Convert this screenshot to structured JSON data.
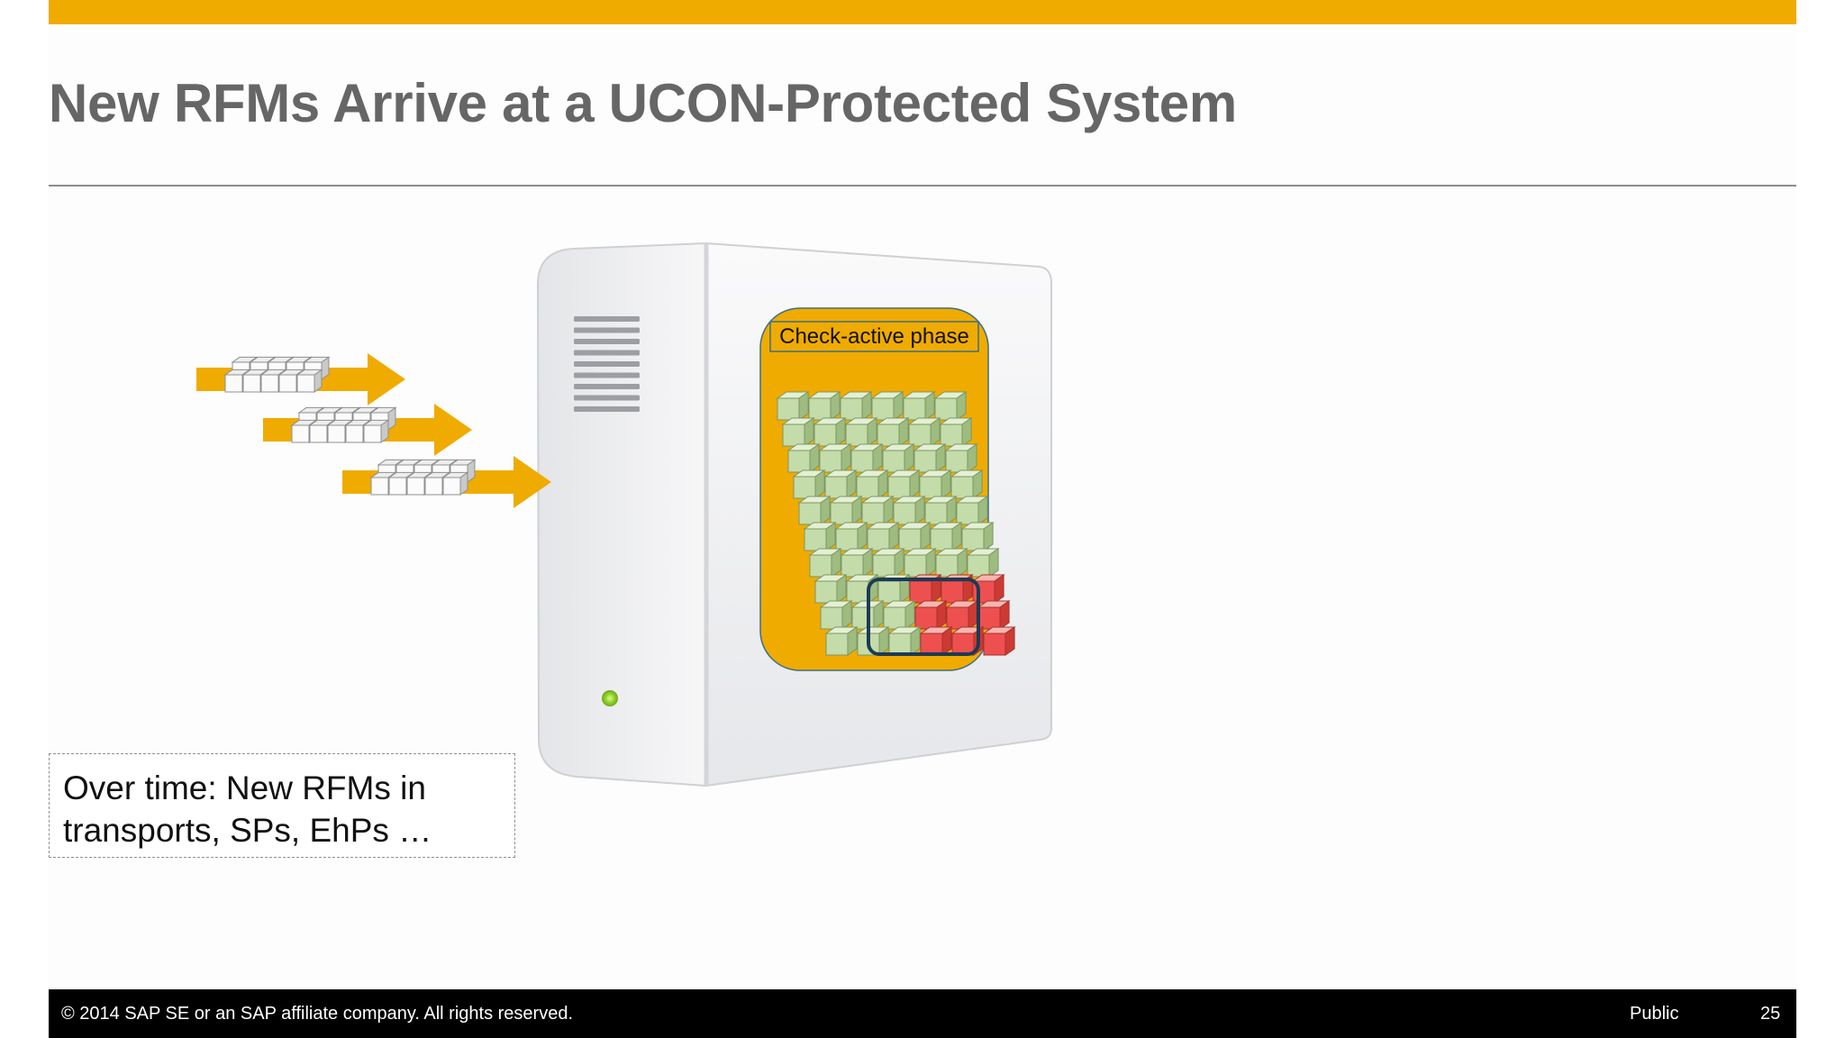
{
  "slide": {
    "title": "New RFMs Arrive at a UCON-Protected System",
    "phase_label": "Check-active phase",
    "callout": {
      "line1": "Over time: New RFMs in",
      "line2": "transports, SPs, EhPs …"
    },
    "footer": {
      "copyright": "© 2014 SAP SE or an SAP affiliate company. All rights reserved.",
      "classification": "Public",
      "page_number": "25"
    }
  },
  "colors": {
    "accent": "#f0ab00",
    "title_text": "#666666",
    "rfm_known": "#c4dca9",
    "rfm_new": "#ee5050",
    "highlight_border": "#1b3a57",
    "footer_bg": "#000000"
  },
  "diagram": {
    "incoming_groups": 3,
    "cubes_per_group": 10,
    "grid_columns": 6,
    "grid_rows": 10,
    "new_rfm_columns": 3,
    "new_rfm_rows": 3
  }
}
